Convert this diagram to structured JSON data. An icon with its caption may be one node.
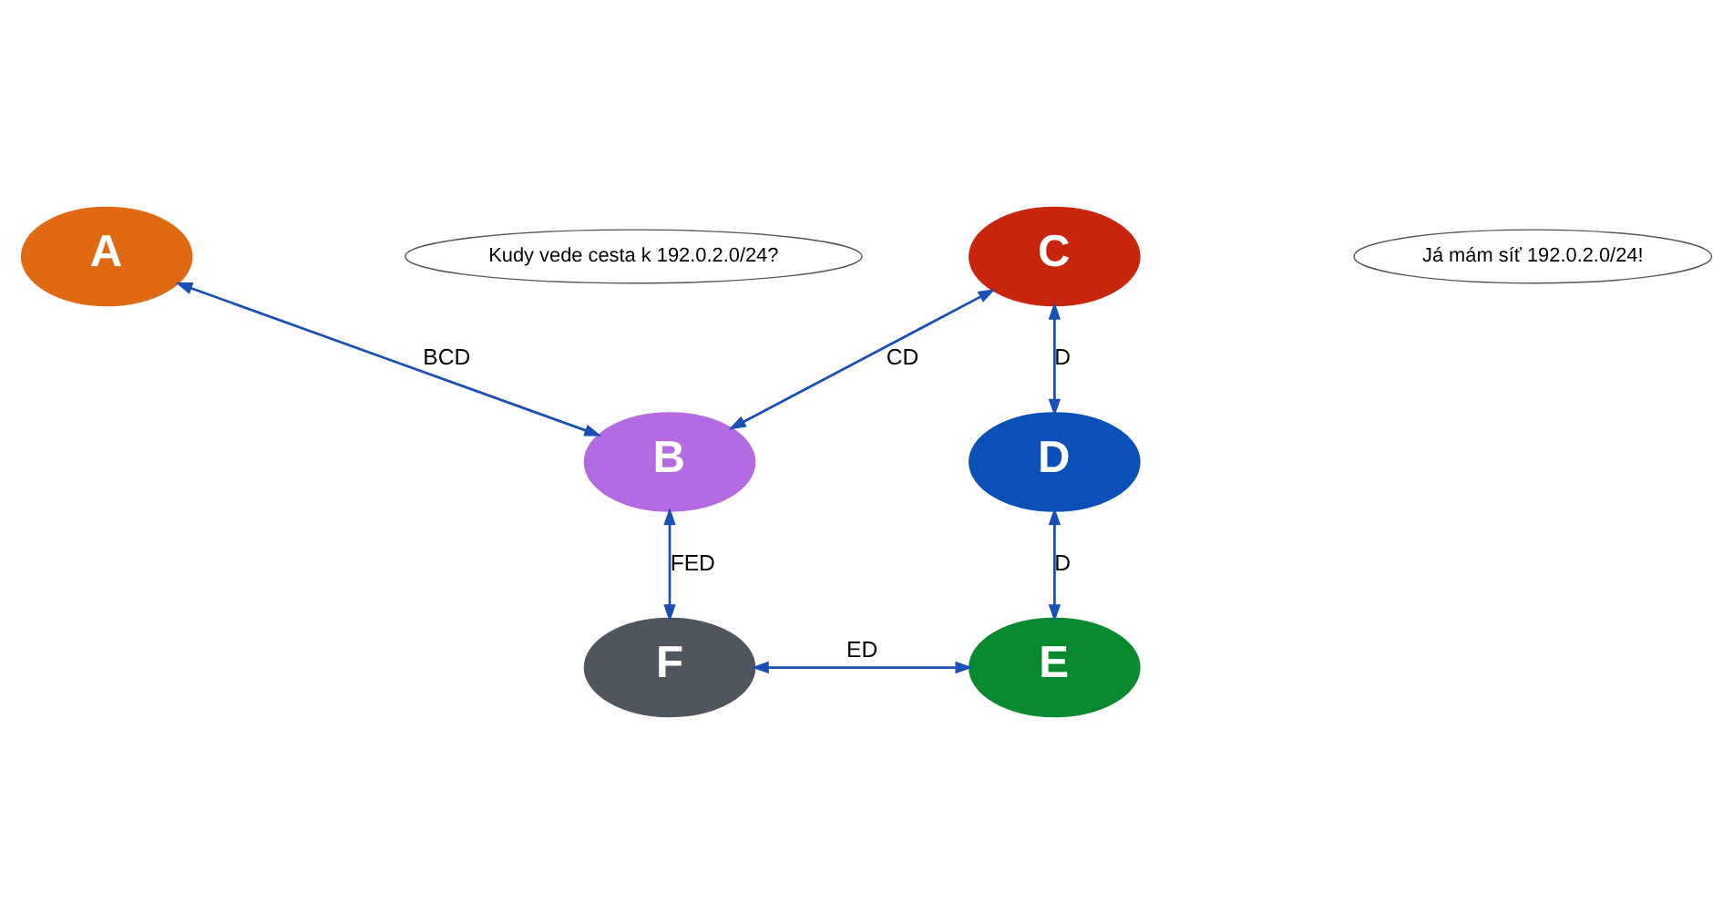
{
  "diagram": {
    "nodes": [
      {
        "text": [
          "A"
        ]
      },
      {
        "text": [
          "Kudy vede cesta k 192.0.2.0/24?"
        ]
      },
      {
        "text": [
          "C"
        ]
      },
      {
        "text": [
          "Já mám síť 192.0.2.0/24!"
        ]
      },
      {
        "text": [
          "B"
        ]
      },
      {
        "text": [
          "D"
        ]
      },
      {
        "text": [
          "F"
        ]
      },
      {
        "text": [
          "E"
        ]
      }
    ],
    "edges": [
      {
        "from": 0,
        "to": 4,
        "arrow": "both",
        "label": "BCD"
      },
      {
        "from": 2,
        "to": 4,
        "arrow": "both",
        "label": "CD"
      },
      {
        "from": 2,
        "to": 5,
        "arrow": "both",
        "label": "D"
      },
      {
        "from": 5,
        "to": 7,
        "arrow": "both",
        "label": "D"
      },
      {
        "from": 6,
        "to": 7,
        "arrow": "both",
        "label": "ED"
      },
      {
        "from": 4,
        "to": 6,
        "arrow": "both",
        "label": "FED"
      }
    ]
  }
}
